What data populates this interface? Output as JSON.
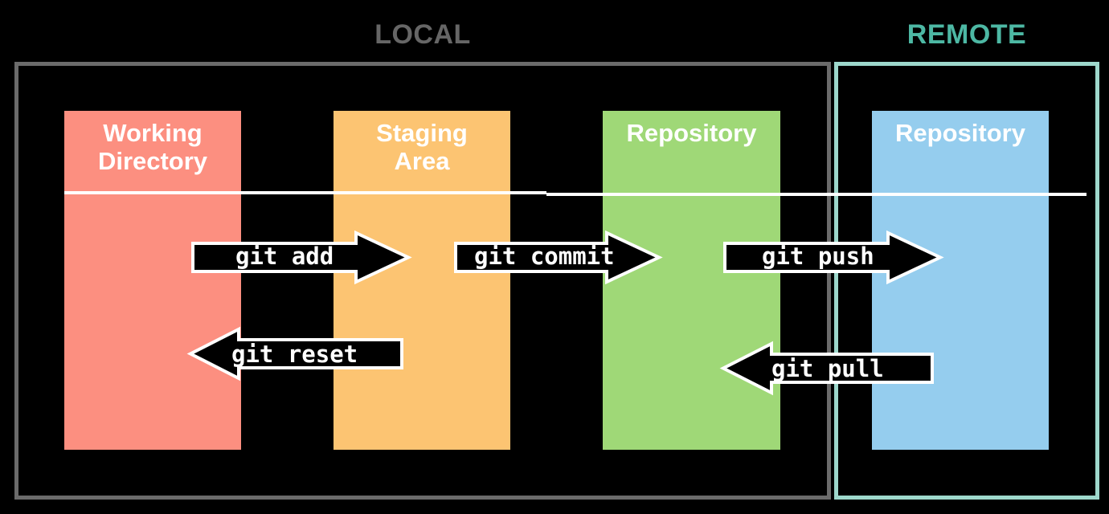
{
  "diagram": {
    "title_local": "LOCAL",
    "title_remote": "REMOTE",
    "colors": {
      "background": "#000000",
      "local_frame": "#6b6b6b",
      "remote_frame": "#9ed8cc",
      "local_title": "#666666",
      "remote_title": "#4db8a4",
      "working_directory": "#fc8f80",
      "staging_area": "#fcc472",
      "local_repository": "#9fd877",
      "remote_repository": "#95cdee",
      "arrow_fill": "#000000",
      "arrow_stroke": "#ffffff",
      "separator_line": "#ffffff",
      "area_label": "#ffffff"
    },
    "areas": [
      {
        "id": "working-directory",
        "label": "Working\nDirectory",
        "zone": "LOCAL"
      },
      {
        "id": "staging-area",
        "label": "Staging\nArea",
        "zone": "LOCAL"
      },
      {
        "id": "local-repository",
        "label": "Repository",
        "zone": "LOCAL"
      },
      {
        "id": "remote-repository",
        "label": "Repository",
        "zone": "REMOTE"
      }
    ],
    "commands": [
      {
        "id": "git-add",
        "label": "git add",
        "direction": "right",
        "from": "working-directory",
        "to": "staging-area"
      },
      {
        "id": "git-commit",
        "label": "git commit",
        "direction": "right",
        "from": "staging-area",
        "to": "local-repository"
      },
      {
        "id": "git-push",
        "label": "git push",
        "direction": "right",
        "from": "local-repository",
        "to": "remote-repository"
      },
      {
        "id": "git-reset",
        "label": "git reset",
        "direction": "left",
        "from": "staging-area",
        "to": "working-directory"
      },
      {
        "id": "git-pull",
        "label": "git pull",
        "direction": "left",
        "from": "remote-repository",
        "to": "local-repository"
      }
    ]
  }
}
